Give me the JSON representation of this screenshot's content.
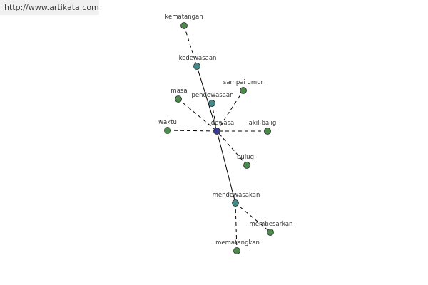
{
  "watermark": {
    "text": "http://www.artikata.com"
  },
  "graph": {
    "center": {
      "id": "dewasa",
      "label": "dewasa",
      "color": "#39398f"
    },
    "nodes": [
      {
        "id": "kematangan",
        "label": "kematangan",
        "color": "#4d8a4d"
      },
      {
        "id": "kedewasaan",
        "label": "kedewasaan",
        "color": "#3f8a8a"
      },
      {
        "id": "sampai-umur",
        "label": "sampai umur",
        "color": "#4d8a4d"
      },
      {
        "id": "masa",
        "label": "masa",
        "color": "#4d8a4d"
      },
      {
        "id": "pendewasaan",
        "label": "pendewasaan",
        "color": "#3f8a8a"
      },
      {
        "id": "waktu",
        "label": "waktu",
        "color": "#4d8a4d"
      },
      {
        "id": "akil-balig",
        "label": "akil-balig",
        "color": "#4d8a4d"
      },
      {
        "id": "bulug",
        "label": "bulug",
        "color": "#4d8a4d"
      },
      {
        "id": "mendewasakan",
        "label": "mendewasakan",
        "color": "#3f8a8a"
      },
      {
        "id": "membesarkan",
        "label": "membesarkan",
        "color": "#4d8a4d"
      },
      {
        "id": "mematangkan",
        "label": "mematangkan",
        "color": "#4d8a4d"
      }
    ],
    "edges": [
      {
        "from": "kematangan",
        "to": "kedewasaan",
        "style": "dashed"
      },
      {
        "from": "kedewasaan",
        "to": "dewasa",
        "style": "solid"
      },
      {
        "from": "dewasa",
        "to": "mendewasakan",
        "style": "solid"
      },
      {
        "from": "sampai-umur",
        "to": "dewasa",
        "style": "dashed"
      },
      {
        "from": "masa",
        "to": "dewasa",
        "style": "dashed"
      },
      {
        "from": "pendewasaan",
        "to": "dewasa",
        "style": "dashed"
      },
      {
        "from": "waktu",
        "to": "dewasa",
        "style": "dashed"
      },
      {
        "from": "akil-balig",
        "to": "dewasa",
        "style": "dashed"
      },
      {
        "from": "bulug",
        "to": "dewasa",
        "style": "dashed"
      },
      {
        "from": "mendewasakan",
        "to": "membesarkan",
        "style": "dashed"
      },
      {
        "from": "mendewasakan",
        "to": "mematangkan",
        "style": "dashed"
      }
    ]
  }
}
